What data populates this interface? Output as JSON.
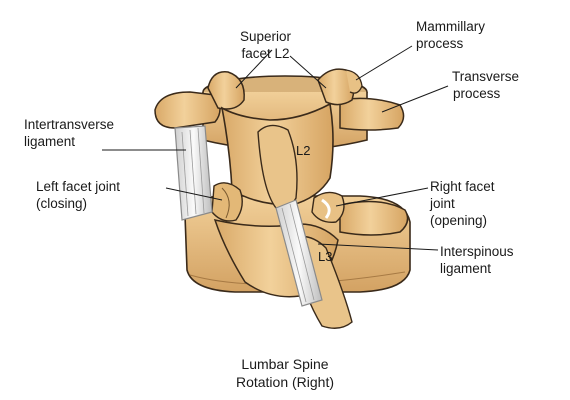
{
  "labels": {
    "superior_facet": [
      "Superior",
      "facet L2"
    ],
    "mammillary_process": [
      "Mammillary",
      "process"
    ],
    "transverse_process": [
      "Transverse",
      "process"
    ],
    "intertransverse_ligament": [
      "Intertransverse",
      "ligament"
    ],
    "left_facet_joint": [
      "Left facet joint",
      "(closing)"
    ],
    "right_facet_joint": [
      "Right facet",
      "joint",
      "(opening)"
    ],
    "interspinous_ligament": [
      "Interspinous",
      "ligament"
    ],
    "vertebra_l2": "L2",
    "vertebra_l3": "L3"
  },
  "caption": [
    "Lumbar Spine",
    "Rotation (Right)"
  ],
  "colors": {
    "bone": "#eec88c",
    "bone_shadow": "#c99a5a",
    "outline": "#3a2a1a",
    "ligament": "#e8e8e8"
  }
}
